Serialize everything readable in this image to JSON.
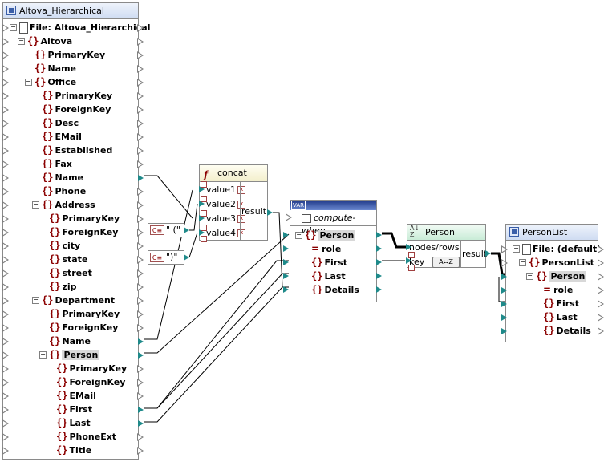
{
  "source": {
    "title": "Altova_Hierarchical",
    "file_label": "File: Altova_Hierarchical",
    "items": [
      {
        "label": "Altova",
        "kind": "elem",
        "indent": 0,
        "toggle": true
      },
      {
        "label": "PrimaryKey",
        "kind": "elem",
        "indent": 1
      },
      {
        "label": "Name",
        "kind": "elem",
        "indent": 1
      },
      {
        "label": "Office",
        "kind": "elem",
        "indent": 1,
        "toggle": true
      },
      {
        "label": "PrimaryKey",
        "kind": "elem",
        "indent": 2
      },
      {
        "label": "ForeignKey",
        "kind": "elem",
        "indent": 2
      },
      {
        "label": "Desc",
        "kind": "elem",
        "indent": 2
      },
      {
        "label": "EMail",
        "kind": "elem",
        "indent": 2
      },
      {
        "label": "Established",
        "kind": "elem",
        "indent": 2
      },
      {
        "label": "Fax",
        "kind": "elem",
        "indent": 2
      },
      {
        "label": "Name",
        "kind": "elem",
        "indent": 2
      },
      {
        "label": "Phone",
        "kind": "elem",
        "indent": 2
      },
      {
        "label": "Address",
        "kind": "elem",
        "indent": 2,
        "toggle": true
      },
      {
        "label": "PrimaryKey",
        "kind": "elem",
        "indent": 3
      },
      {
        "label": "ForeignKey",
        "kind": "elem",
        "indent": 3
      },
      {
        "label": "city",
        "kind": "elem",
        "indent": 3
      },
      {
        "label": "state",
        "kind": "elem",
        "indent": 3
      },
      {
        "label": "street",
        "kind": "elem",
        "indent": 3
      },
      {
        "label": "zip",
        "kind": "elem",
        "indent": 3
      },
      {
        "label": "Department",
        "kind": "elem",
        "indent": 2,
        "toggle": true
      },
      {
        "label": "PrimaryKey",
        "kind": "elem",
        "indent": 3
      },
      {
        "label": "ForeignKey",
        "kind": "elem",
        "indent": 3
      },
      {
        "label": "Name",
        "kind": "elem",
        "indent": 3
      },
      {
        "label": "Person",
        "kind": "elem",
        "indent": 3,
        "toggle": true,
        "selected": true
      },
      {
        "label": "PrimaryKey",
        "kind": "elem",
        "indent": 4
      },
      {
        "label": "ForeignKey",
        "kind": "elem",
        "indent": 4
      },
      {
        "label": "EMail",
        "kind": "elem",
        "indent": 4
      },
      {
        "label": "First",
        "kind": "elem",
        "indent": 4
      },
      {
        "label": "Last",
        "kind": "elem",
        "indent": 4
      },
      {
        "label": "PhoneExt",
        "kind": "elem",
        "indent": 4
      },
      {
        "label": "Title",
        "kind": "elem",
        "indent": 4
      }
    ]
  },
  "concat": {
    "title": "concat",
    "inputs": [
      "value1",
      "value2",
      "value3",
      "value4"
    ],
    "output": "result"
  },
  "const1": {
    "icon": "C≡",
    "value": "\" (\""
  },
  "const2": {
    "icon": "C≡",
    "value": "\")\""
  },
  "variable": {
    "badge": "VAR",
    "compute": "compute-when",
    "items": [
      {
        "label": "Person",
        "kind": "elem",
        "toggle": true,
        "selected": true
      },
      {
        "label": "role",
        "kind": "attr"
      },
      {
        "label": "First",
        "kind": "elem"
      },
      {
        "label": "Last",
        "kind": "elem"
      },
      {
        "label": "Details",
        "kind": "elem"
      }
    ]
  },
  "sort": {
    "title": "Person",
    "inputs": [
      "nodes/rows",
      "key"
    ],
    "output": "result",
    "key_button": "A⇔Z"
  },
  "target": {
    "title": "PersonList",
    "file_label": "File: (default)",
    "items": [
      {
        "label": "PersonList",
        "kind": "elem",
        "indent": 0,
        "toggle": true
      },
      {
        "label": "Person",
        "kind": "elem",
        "indent": 1,
        "toggle": true,
        "selected": true
      },
      {
        "label": "role",
        "kind": "attr",
        "indent": 2
      },
      {
        "label": "First",
        "kind": "elem",
        "indent": 2
      },
      {
        "label": "Last",
        "kind": "elem",
        "indent": 2
      },
      {
        "label": "Details",
        "kind": "elem",
        "indent": 2
      }
    ]
  },
  "colors": {
    "port": "#1f8a8a",
    "element_icon": "#8b0000",
    "border": "#8a8a8a"
  }
}
